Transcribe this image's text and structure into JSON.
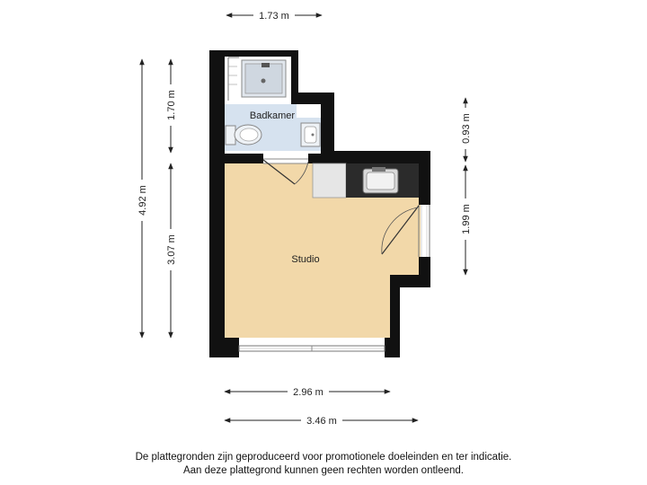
{
  "rooms": {
    "bathroom": "Badkamer",
    "studio": "Studio"
  },
  "dimensions": {
    "top_width": "1.73 m",
    "total_height": "4.92 m",
    "bath_height": "1.70 m",
    "studio_height": "3.07 m",
    "right_upper": "0.93 m",
    "right_lower": "1.99 m",
    "bottom_inner": "2.96 m",
    "bottom_total": "3.46 m"
  },
  "disclaimer": {
    "line1": "De plattegronden zijn geproduceerd voor promotionele doeleinden en ter indicatie.",
    "line2": "Aan deze plattegrond kunnen geen rechten worden ontleend."
  },
  "colors": {
    "wall": "#111111",
    "bathroom_floor": "#d6e2ef",
    "studio_floor": "#f2d8a9",
    "kitchen_counter": "#2b2b2b"
  }
}
